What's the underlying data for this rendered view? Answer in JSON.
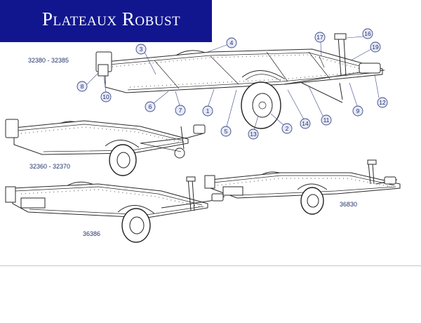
{
  "header": {
    "title": "Plateaux Robust",
    "color": "#11168f"
  },
  "models": {
    "top": "32380 - 32385",
    "middle_left": "32360 - 32370",
    "bottom_left": "36386",
    "bottom_right": "36830"
  },
  "callouts": [
    "1",
    "2",
    "3",
    "4",
    "5",
    "6",
    "7",
    "8",
    "9",
    "10",
    "11",
    "12",
    "13",
    "14",
    "16",
    "17",
    "19"
  ]
}
